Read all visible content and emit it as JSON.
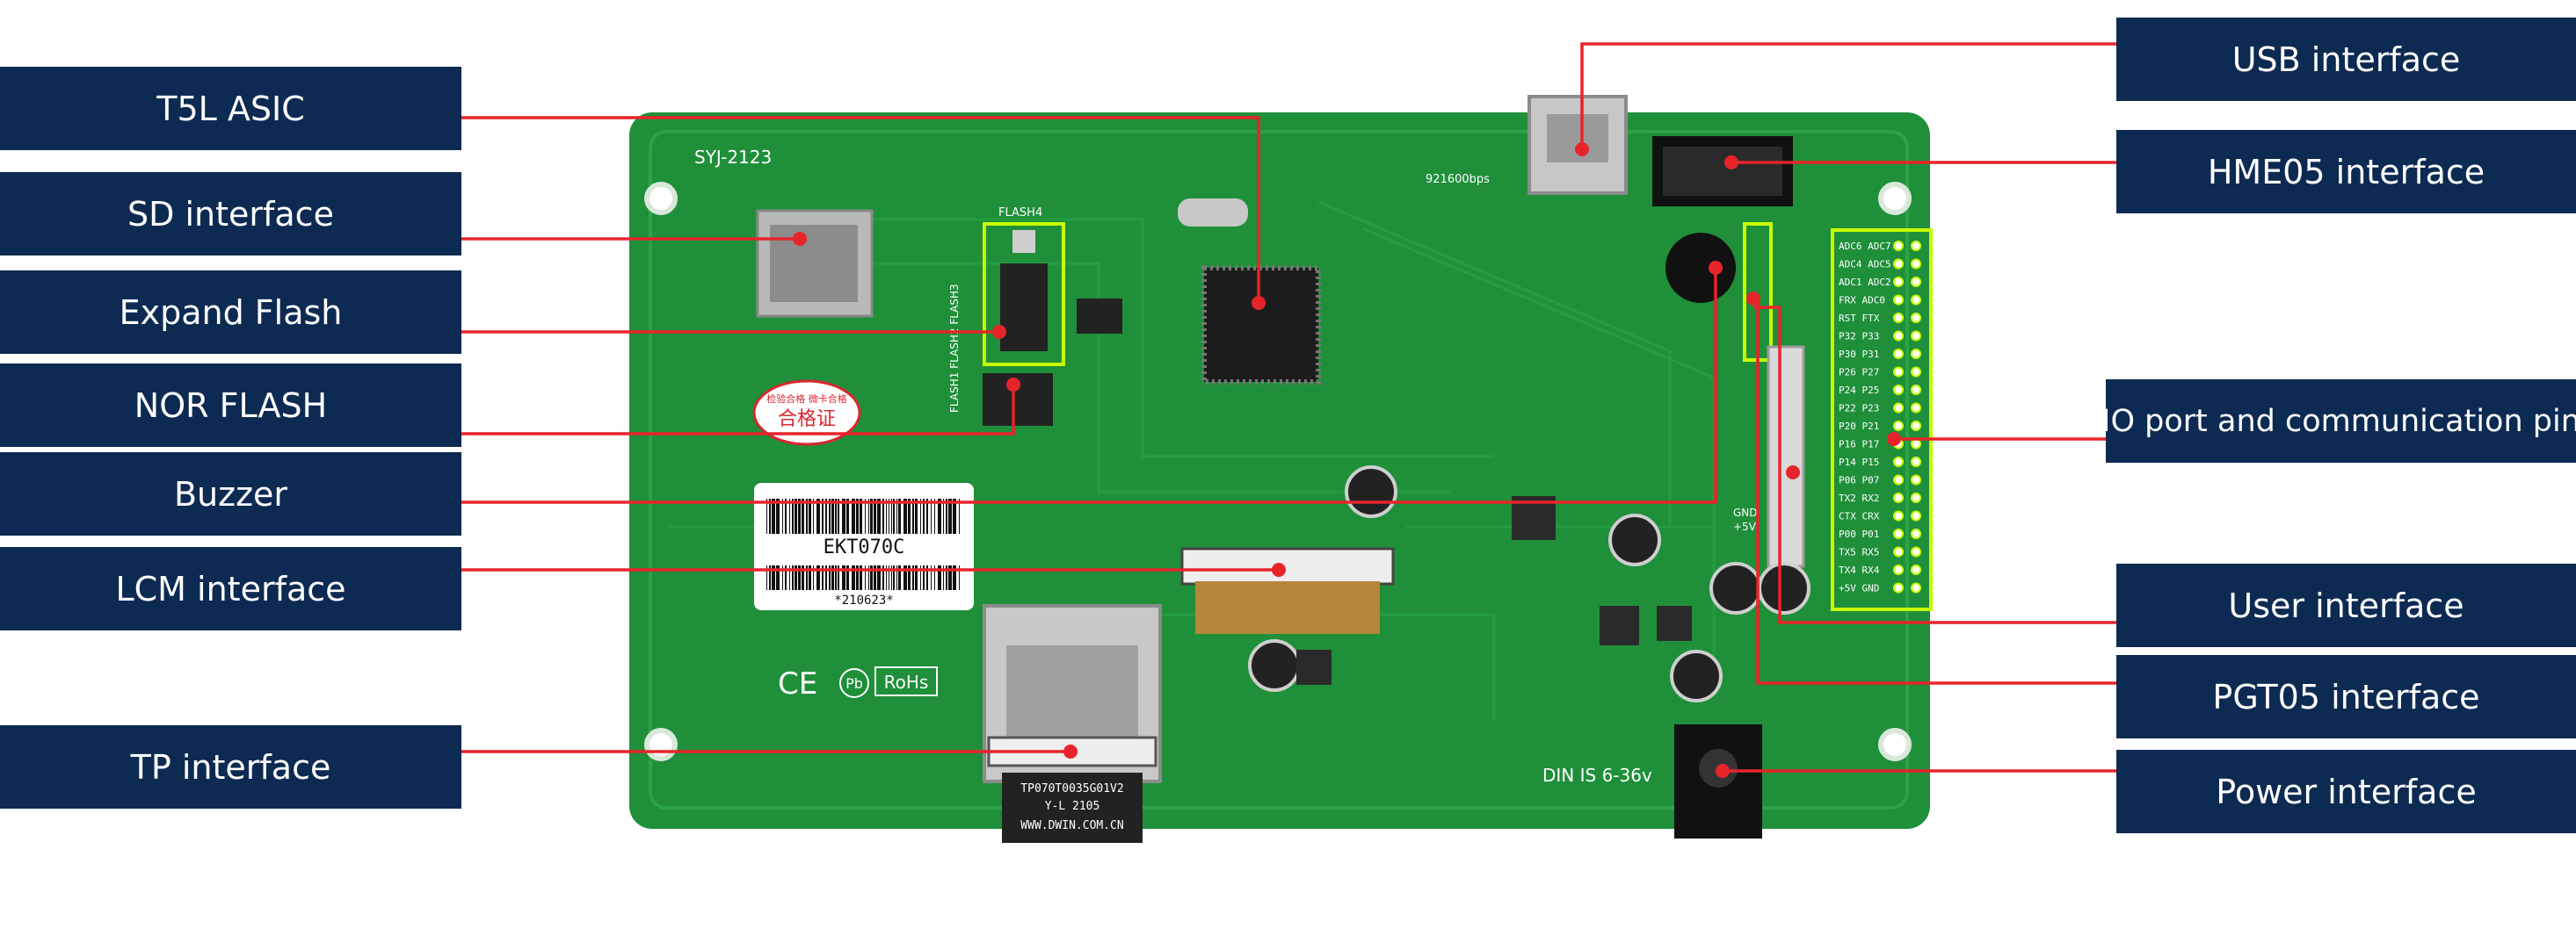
{
  "colors": {
    "label_bg": "#0d2a52",
    "label_text": "#ffffff",
    "leader_line": "#e8242b",
    "pcb_green": "#1f8f3a",
    "pcb_dark": "#16702c"
  },
  "board": {
    "silkscreen_id": "SYJ-2123",
    "baud_text": "921600bps",
    "flash4": "FLASH4",
    "flash_labels": "FLASH1 FLASH2 FLASH3",
    "voltage_text": "DIN IS 6-36v",
    "gnd": "GND",
    "plus5v": "+5V",
    "cert_text": "合格证",
    "cert_small": "检验合格 微卡合格",
    "barcode_model": "EKT070C",
    "barcode_date": "*210623*",
    "ribbon_text_1": "TP070T0035G01V2",
    "ribbon_text_2": "Y-L 2105",
    "ribbon_text_3": "WWW.DWIN.COM.CN",
    "rohs": "RoHs",
    "ce": "CE",
    "pb": "Pb",
    "header_labels": [
      "ADC6 ADC7",
      "ADC4 ADC5",
      "ADC1 ADC2",
      "FRX ADC0",
      "RST FTX",
      "P32 P33",
      "P30 P31",
      "P26 P27",
      "P24 P25",
      "P22 P23",
      "P20 P21",
      "P16 P17",
      "P14 P15",
      "P06 P07",
      "TX2 RX2",
      "CTX CRX",
      "P00 P01",
      "TX5 RX5",
      "TX4 RX4",
      "+5V GND"
    ]
  },
  "labels": {
    "t5l_asic": "T5L ASIC",
    "sd_interface": "SD interface",
    "expand_flash": "Expand Flash",
    "nor_flash": "NOR FLASH",
    "buzzer": "Buzzer",
    "lcm_interface": "LCM interface",
    "tp_interface": "TP interface",
    "usb_interface": "USB interface",
    "hme05_interface": "HME05 interface",
    "io_port": "IO port and communication pin",
    "user_interface": "User interface",
    "pgt05_interface": "PGT05 interface",
    "power_interface": "Power interface"
  }
}
